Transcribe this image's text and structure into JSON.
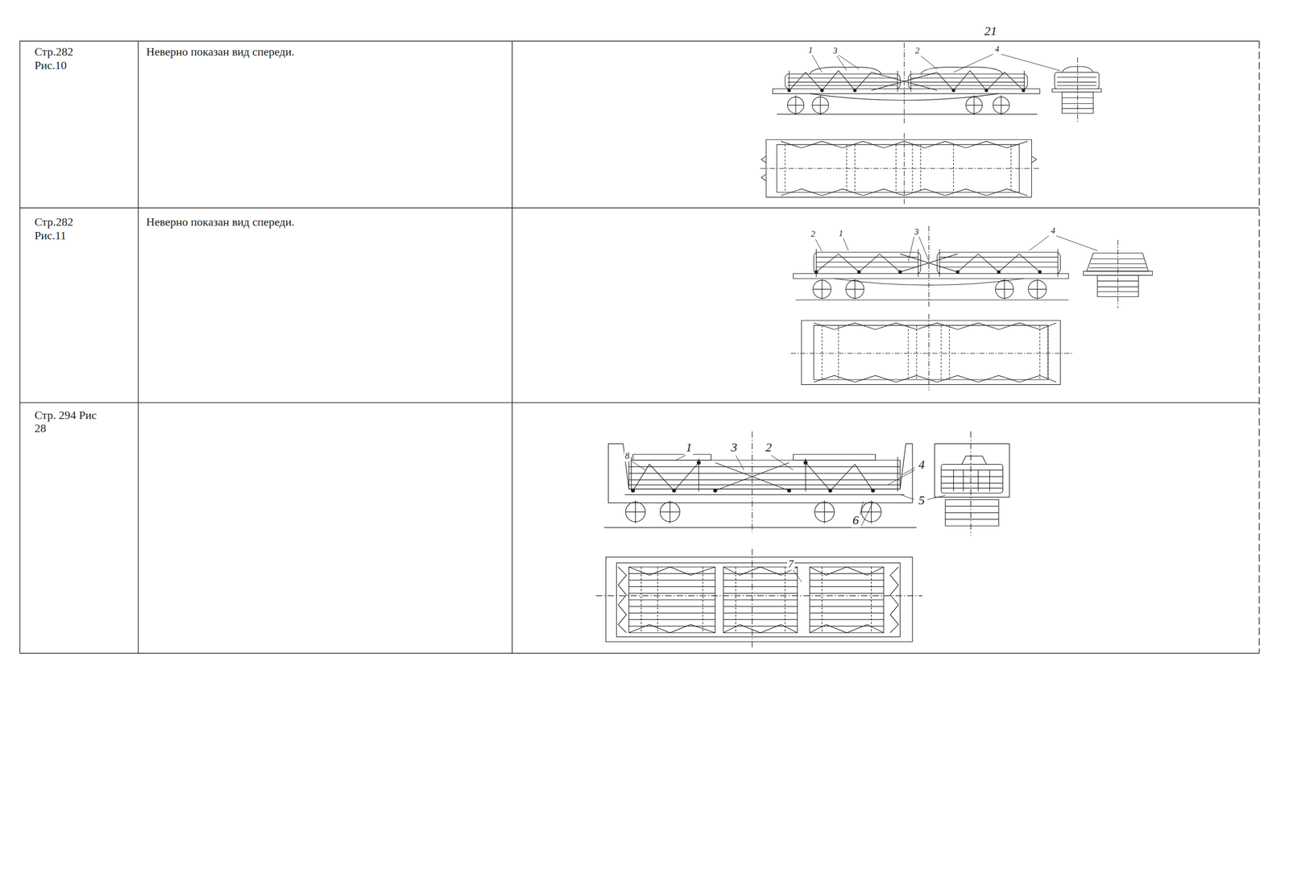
{
  "diagram": {
    "labels": [
      "21",
      "Стр.282 Рис.10",
      "Неверно показан вид спереди.",
      "Стр.282 Рис.11",
      "Неверно показан вид спереди.",
      "Стр. 294 Рис 28",
      "1",
      "3",
      "2",
      "4",
      "2",
      "1",
      "3",
      "4",
      "8",
      "1",
      "3",
      "2",
      "4",
      "5",
      "6",
      "7"
    ]
  }
}
